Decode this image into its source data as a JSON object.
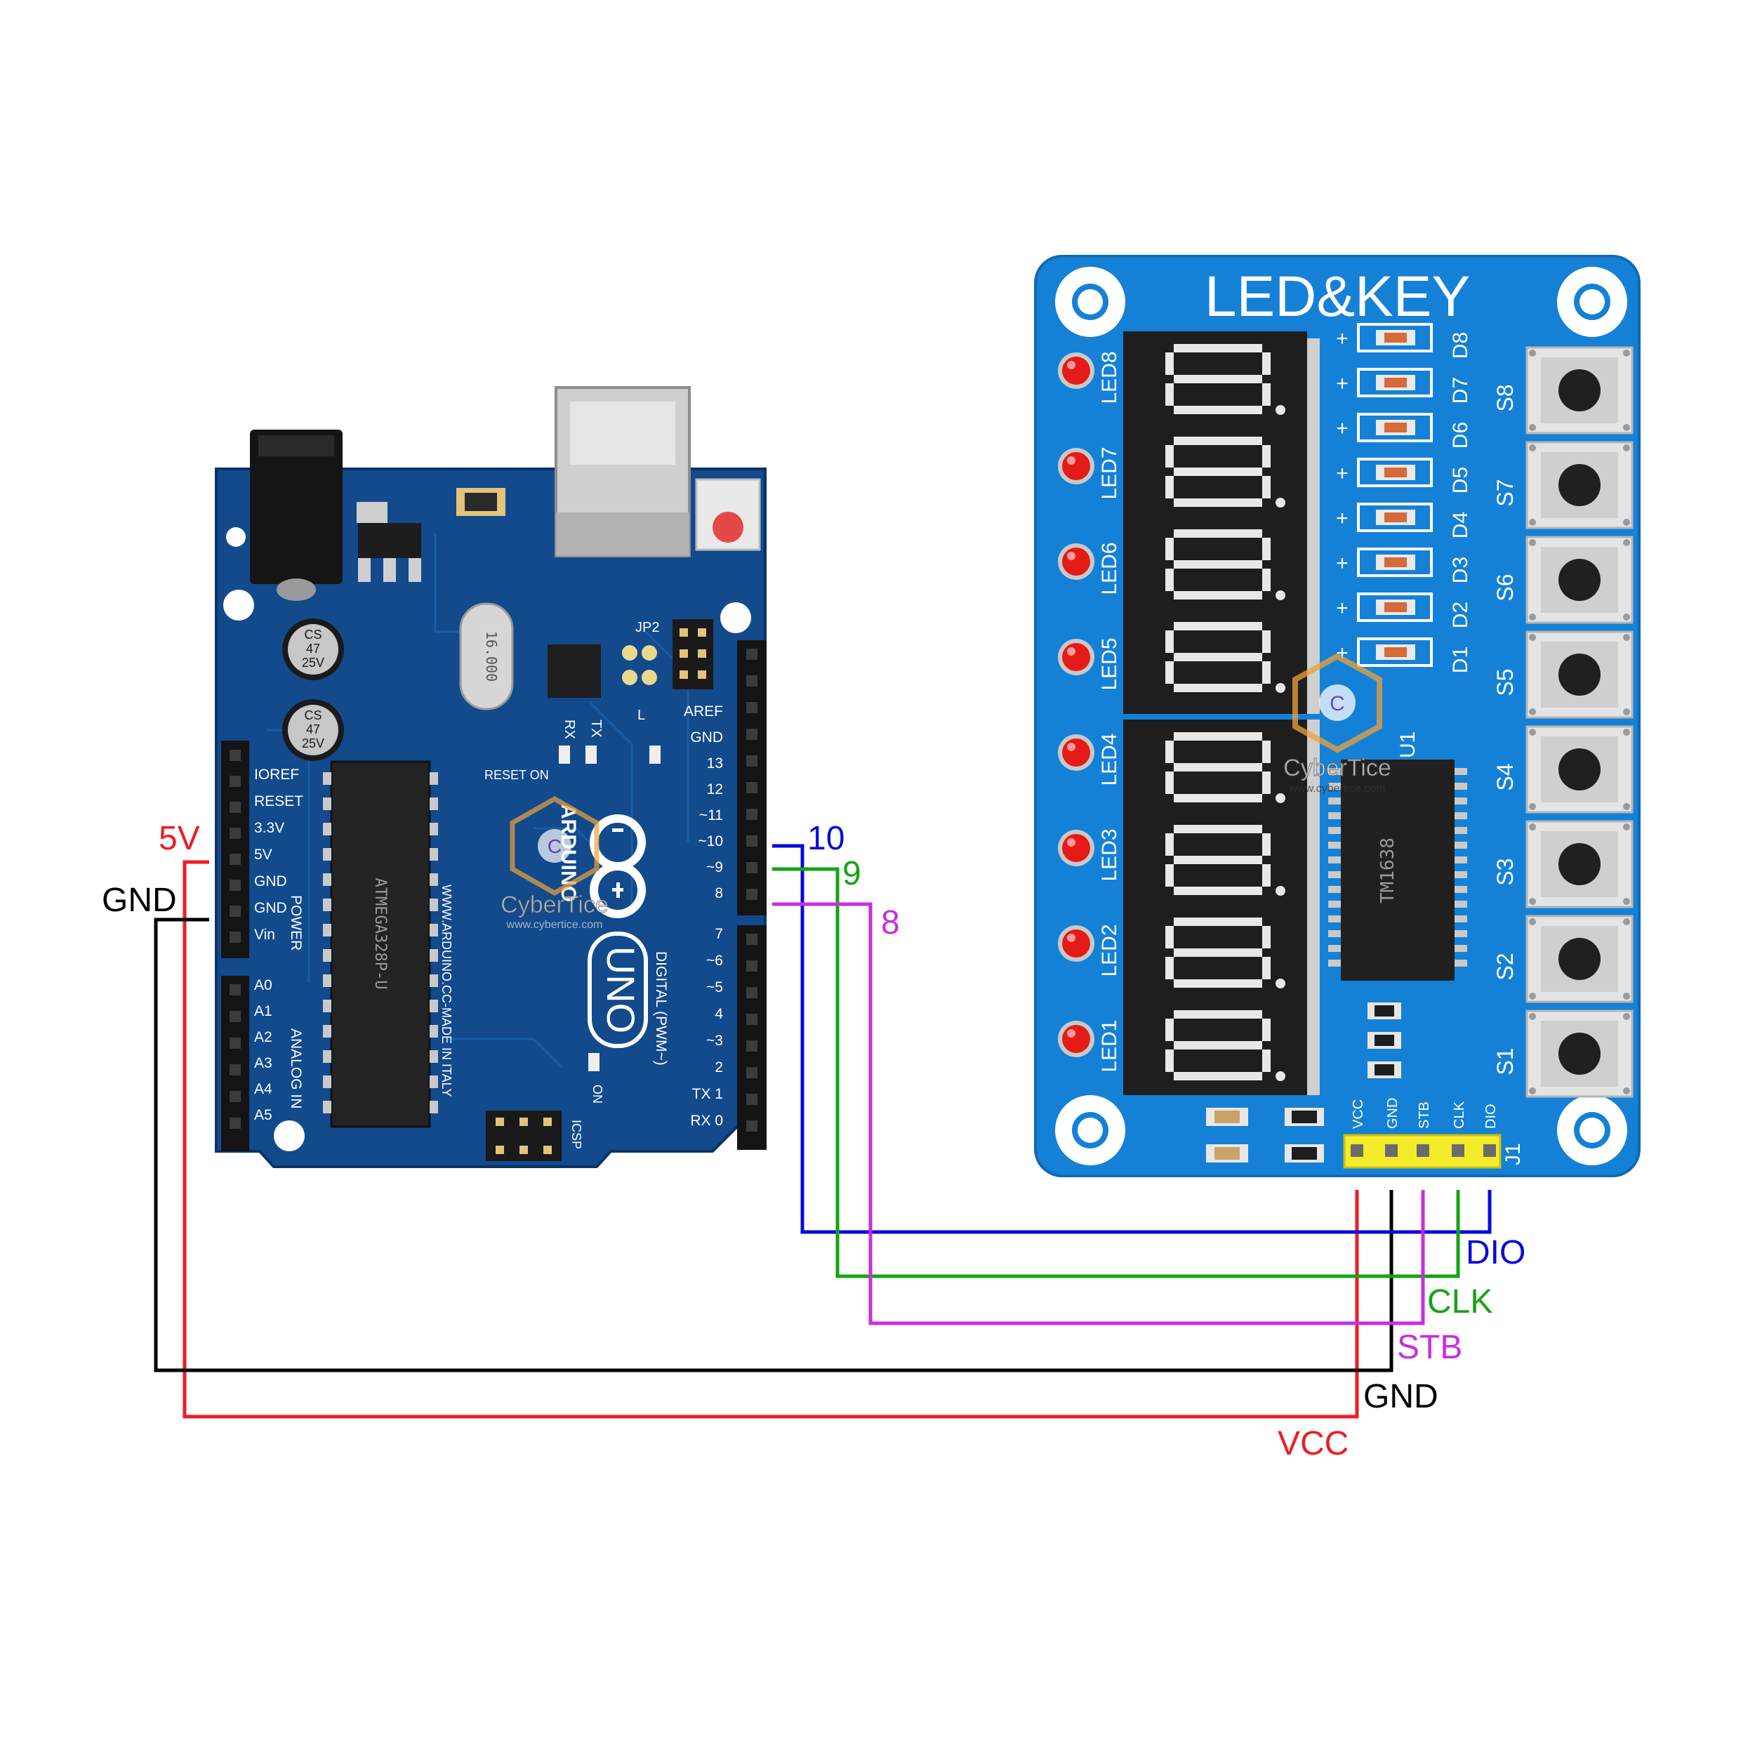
{
  "colors": {
    "vcc": "#ee1c24",
    "gnd": "#000000",
    "dio": "#0a0ad8",
    "clk": "#16a316",
    "stb": "#c82ee0",
    "uno_board": "#124a8c",
    "module_board": "#1581d6",
    "led_red": "#e41b17",
    "header_yellow": "#f4ec2a"
  },
  "arduino": {
    "power_labels": [
      "IOREF",
      "RESET",
      "3.3V",
      "5V",
      "GND",
      "GND",
      "Vin"
    ],
    "power_group": "POWER",
    "analog_labels": [
      "A0",
      "A1",
      "A2",
      "A3",
      "A4",
      "A5"
    ],
    "analog_group": "ANALOG IN",
    "digital_top_labels": [
      "AREF",
      "GND",
      "13",
      "12",
      "~11",
      "~10",
      "~9",
      "8"
    ],
    "digital_bottom_labels": [
      "7",
      "~6",
      "~5",
      "4",
      "~3",
      "2",
      "TX 1",
      "RX 0"
    ],
    "digital_group": "DIGITAL (PWM~)",
    "brand": "ARDUINO",
    "model": "UNO",
    "website": "WWW.ARDUINO.CC-MADE IN ITALY",
    "chip_text": "ATMEGA328P-U",
    "crystal_text": "16.000",
    "cap_text": "CS 47 25V",
    "small_labels": {
      "jp2": "JP2",
      "rx": "RX",
      "tx": "TX",
      "l": "L",
      "reset_on": "RESET ON",
      "on": "ON",
      "icsp": "ICSP"
    }
  },
  "module": {
    "title": "LED&KEY",
    "led_labels": [
      "LED8",
      "LED7",
      "LED6",
      "LED5",
      "LED4",
      "LED3",
      "LED2",
      "LED1"
    ],
    "led_states": [
      true,
      true,
      true,
      true,
      true,
      true,
      true,
      true
    ],
    "diode_labels": [
      "D8",
      "D7",
      "D6",
      "D5",
      "D4",
      "D3",
      "D2",
      "D1"
    ],
    "switch_labels": [
      "S8",
      "S7",
      "S6",
      "S5",
      "S4",
      "S3",
      "S2",
      "S1"
    ],
    "ic_label": "U1",
    "ic_text": "TM1638",
    "header_label": "J1",
    "header_pins": [
      "VCC",
      "GND",
      "STB",
      "CLK",
      "DIO"
    ],
    "watermark_brand": "CyberTice",
    "watermark_url": "www.cybertice.com"
  },
  "wires": {
    "arduino_5v": "5V",
    "arduino_gnd": "GND",
    "pin10": "10",
    "pin9": "9",
    "pin8": "8",
    "dio": "DIO",
    "clk": "CLK",
    "stb": "STB",
    "gnd": "GND",
    "vcc": "VCC"
  }
}
